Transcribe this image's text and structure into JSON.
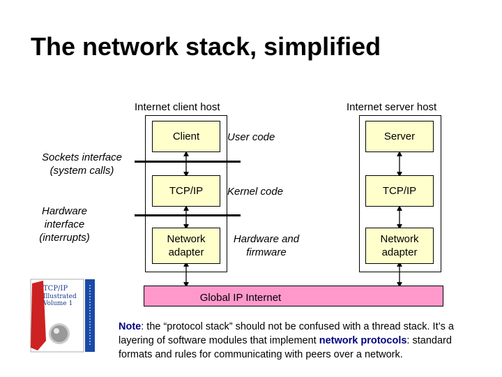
{
  "title": "The network stack, simplified",
  "headers": {
    "client_host": "Internet client host",
    "server_host": "Internet server host"
  },
  "client_boxes": {
    "client": "Client",
    "tcpip": "TCP/IP",
    "network_adapter": "Network adapter"
  },
  "server_boxes": {
    "server": "Server",
    "tcpip": "TCP/IP",
    "network_adapter": "Network adapter"
  },
  "layer_labels": {
    "user_code": "User code",
    "kernel_code": "Kernel code",
    "hardware_firmware": "Hardware and firmware"
  },
  "interface_labels": {
    "sockets": "Sockets interface (system calls)",
    "hardware": "Hardware interface (interrupts)"
  },
  "internet_label": "Global IP Internet",
  "note": {
    "prefix": "Note",
    "text1": ": the “protocol stack” should not be confused with a thread stack.  It’s a layering of software modules that implement ",
    "emph": "network protocols",
    "text2": ": standard formats and rules for communicating with peers over a network."
  },
  "book": {
    "cover_text": "TCP/IP Illustrated Volume 1"
  },
  "colors": {
    "box_fill": "#ffffcc",
    "internet_fill": "#ff99cc",
    "note_accent": "#000080"
  }
}
